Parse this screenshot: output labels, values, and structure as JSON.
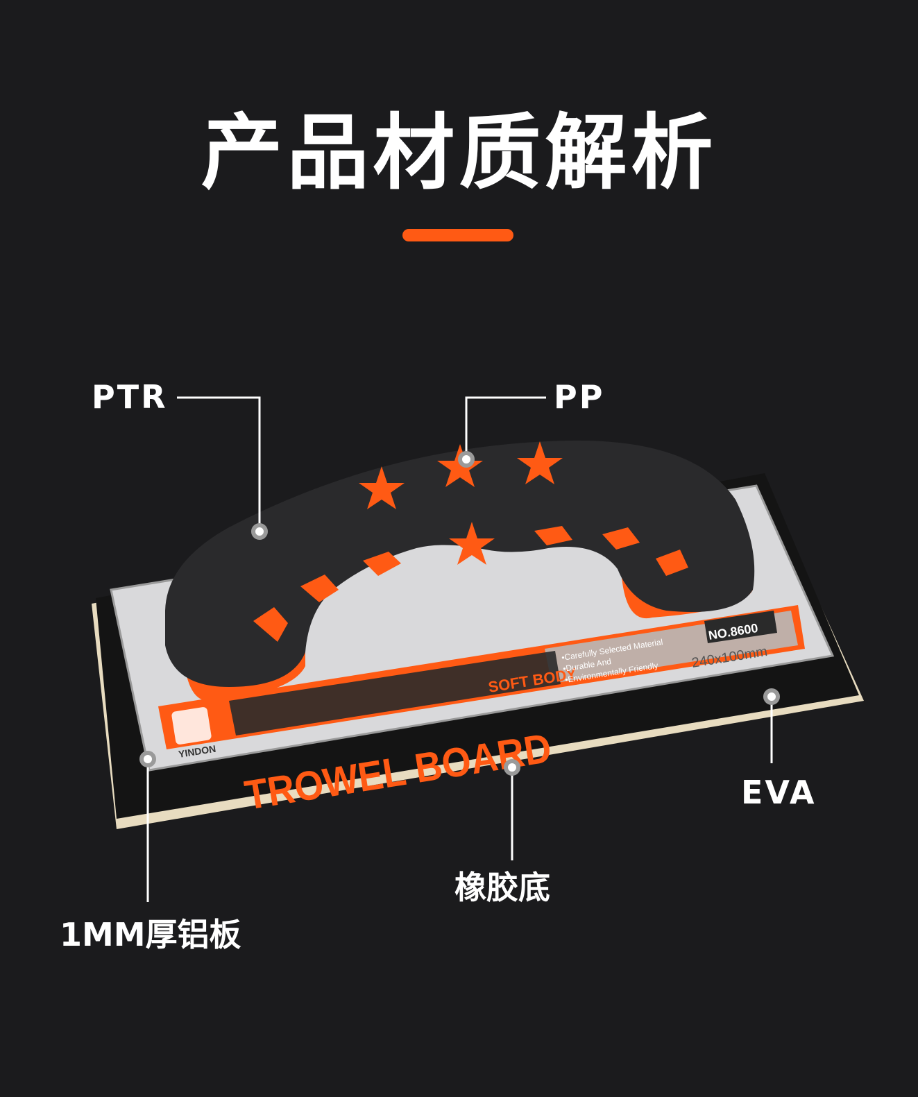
{
  "title": "产品材质解析",
  "colors": {
    "background": "#1b1b1d",
    "accent": "#ff5a14",
    "handle": "#2a2a2c",
    "plate": "#d9d9d9",
    "eva": "#e8dcc0"
  },
  "callouts": {
    "ptr": "PTR",
    "pp": "PP",
    "eva": "EVA",
    "rubber": "橡胶底",
    "aluminum": "1MM厚铝板"
  },
  "product_label": {
    "brand": "YINDON",
    "name": "TROWEL BOARD",
    "sub": "SOFT BODY",
    "model": "NO.8600",
    "size": "240x100mm",
    "features": [
      "•Carefully Selected Material",
      "•Durable And",
      "•Environmentally Friendly"
    ]
  }
}
